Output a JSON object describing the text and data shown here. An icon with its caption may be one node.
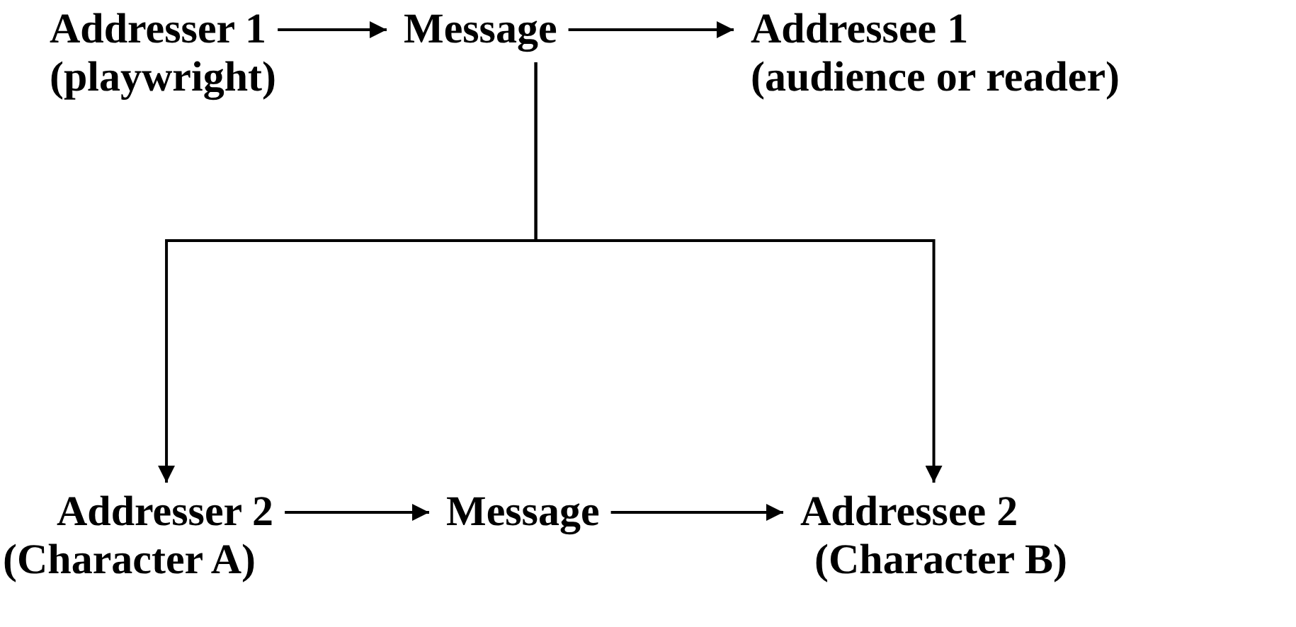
{
  "diagram": {
    "nodes": [
      {
        "text": [
          "Addresser 1",
          "(playwright)"
        ]
      },
      {
        "text": [
          "Message"
        ]
      },
      {
        "text": [
          "Addressee 1",
          "(audience or reader)"
        ]
      },
      {
        "text": [
          "Addresser 2",
          "(Character A)"
        ]
      },
      {
        "text": [
          "Message"
        ]
      },
      {
        "text": [
          "Addressee 2",
          "(Character B)"
        ]
      }
    ],
    "edges": [
      {
        "from": 0,
        "to": 1,
        "arrow": "to"
      },
      {
        "from": 1,
        "to": 2,
        "arrow": "to"
      },
      {
        "from": 1,
        "to": 3,
        "arrow": "to"
      },
      {
        "from": 1,
        "to": 5,
        "arrow": "to"
      },
      {
        "from": 3,
        "to": 4,
        "arrow": "to"
      },
      {
        "from": 4,
        "to": 5,
        "arrow": "to"
      }
    ]
  }
}
